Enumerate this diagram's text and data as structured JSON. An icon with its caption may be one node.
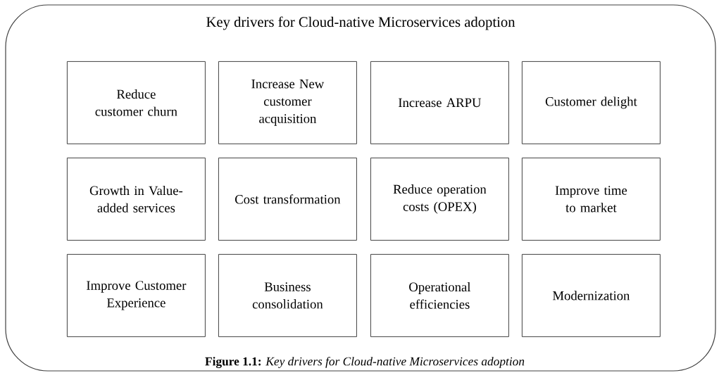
{
  "diagram": {
    "caption": "**Figure 1.1:** *Key drivers for Cloud-native Microservices adoption*",
    "nodes": [
      {
        "text": [
          "Key drivers for Cloud-native Microservices adoption"
        ]
      },
      {
        "text": [
          "Reduce customer churn"
        ],
        "in": 0
      },
      {
        "text": [
          "Increase New customer acquisition"
        ],
        "in": 0
      },
      {
        "text": [
          "Increase ARPU"
        ],
        "in": 0
      },
      {
        "text": [
          "Customer delight"
        ],
        "in": 0
      },
      {
        "text": [
          "Growth in Value-added services"
        ],
        "in": 0
      },
      {
        "text": [
          "Cost transformation"
        ],
        "in": 0
      },
      {
        "text": [
          "Reduce operation costs (OPEX)"
        ],
        "in": 0
      },
      {
        "text": [
          "Improve time to market"
        ],
        "in": 0
      },
      {
        "text": [
          "Improve Customer Experience"
        ],
        "in": 0
      },
      {
        "text": [
          "Business consolidation"
        ],
        "in": 0
      },
      {
        "text": [
          "Operational efficiencies"
        ],
        "in": 0
      },
      {
        "text": [
          "Modernization"
        ],
        "in": 0
      }
    ]
  }
}
